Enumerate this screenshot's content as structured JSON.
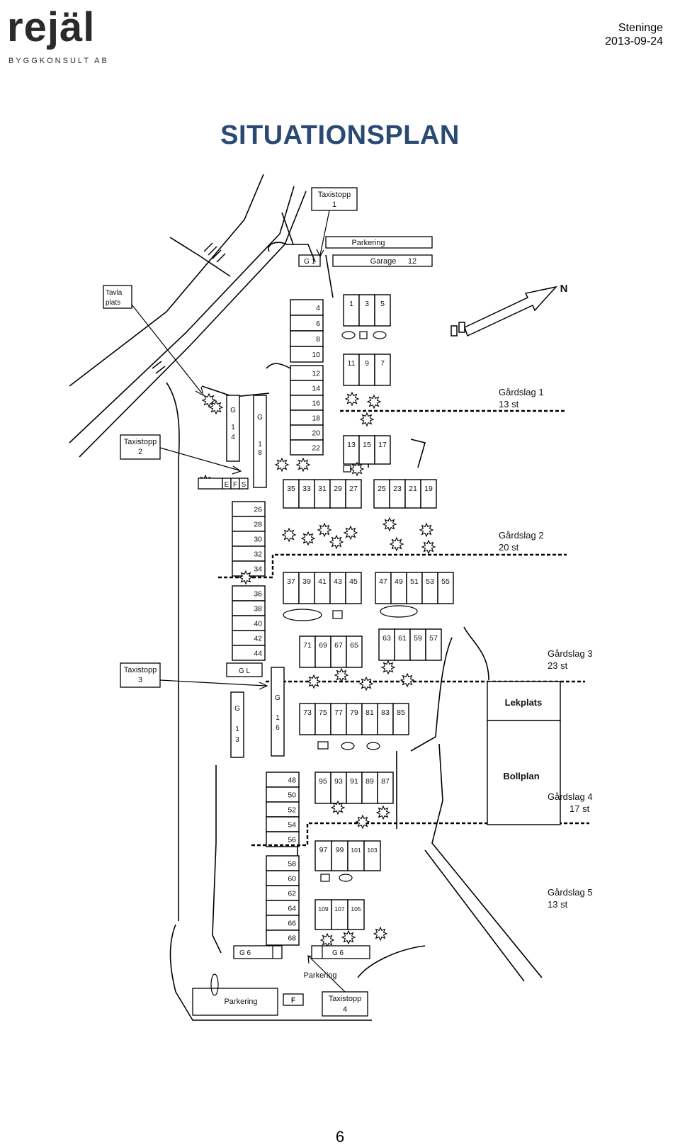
{
  "header": {
    "logo_text": "rejäl",
    "logo_subtext": "BYGGKONSULT AB",
    "location": "Steninge",
    "date": "2013-09-24"
  },
  "title": "SITUATIONSPLAN",
  "page_number": "6",
  "north_label": "N",
  "taxi_stops": [
    {
      "label": "Taxistopp",
      "number": "1"
    },
    {
      "label": "Taxistopp",
      "number": "2"
    },
    {
      "label": "Taxistopp",
      "number": "3"
    },
    {
      "label": "Taxistopp",
      "number": "4"
    }
  ],
  "tavla_label": [
    "Tavla",
    "plats"
  ],
  "parking_labels": [
    "Parkering",
    "Parkering",
    "Parkering"
  ],
  "garage_label": "Garage",
  "garage_number": "12",
  "garage_codes": [
    "G 1",
    "G L",
    "G 6",
    "G 6"
  ],
  "vertical_garages": [
    {
      "letter": "G",
      "n1": "1",
      "n2": "4"
    },
    {
      "letter": "G",
      "n1": "1",
      "n2": "8"
    },
    {
      "letter": "G",
      "n1": "1",
      "n2": "3"
    },
    {
      "letter": "G",
      "n1": "1",
      "n2": "6"
    }
  ],
  "efs": [
    "E",
    "F",
    "S"
  ],
  "f_label": "F",
  "courtyards": [
    {
      "name": "Gårdslag 1",
      "count": "13 st"
    },
    {
      "name": "Gårdslag 2",
      "count": "20 st"
    },
    {
      "name": "Gårdslag 3",
      "count": "23 st"
    },
    {
      "name": "Gårdslag 4",
      "count": "17 st"
    },
    {
      "name": "Gårdslag 5",
      "count": "13 st"
    }
  ],
  "areas": {
    "playground": "Lekplats",
    "ball_field": "Bollplan"
  },
  "units": {
    "col_4_10": [
      "4",
      "6",
      "8",
      "10"
    ],
    "row_1_5": [
      "1",
      "3",
      "5"
    ],
    "row_11_7": [
      "11",
      "9",
      "7"
    ],
    "col_12_22": [
      "12",
      "14",
      "16",
      "18",
      "20",
      "22"
    ],
    "row_13_17": [
      "13",
      "15",
      "17"
    ],
    "row_35_27": [
      "35",
      "33",
      "31",
      "29",
      "27"
    ],
    "row_25_19": [
      "25",
      "23",
      "21",
      "19"
    ],
    "col_26_34": [
      "26",
      "28",
      "30",
      "32",
      "34"
    ],
    "col_36_44": [
      "36",
      "38",
      "40",
      "42",
      "44"
    ],
    "row_37_45": [
      "37",
      "39",
      "41",
      "43",
      "45"
    ],
    "row_47_55": [
      "47",
      "49",
      "51",
      "53",
      "55"
    ],
    "row_71_65": [
      "71",
      "69",
      "67",
      "65"
    ],
    "row_63_57": [
      "63",
      "61",
      "59",
      "57"
    ],
    "row_73_85": [
      "73",
      "75",
      "77",
      "79",
      "81",
      "83",
      "85"
    ],
    "col_48_56": [
      "48",
      "50",
      "52",
      "54",
      "56"
    ],
    "row_95_87": [
      "95",
      "93",
      "91",
      "89",
      "87"
    ],
    "row_97_103": [
      "97",
      "99",
      "101",
      "103"
    ],
    "col_58_68": [
      "58",
      "60",
      "62",
      "64",
      "66",
      "68"
    ],
    "row_109_105": [
      "109",
      "107",
      "105"
    ]
  }
}
